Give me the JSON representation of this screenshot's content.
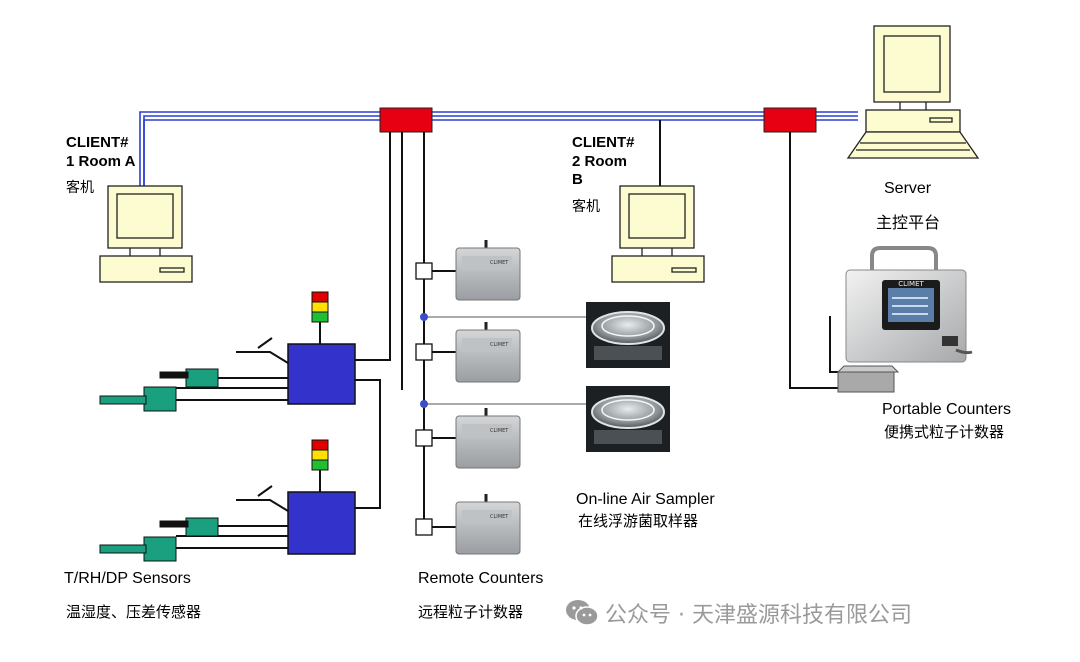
{
  "client1": {
    "title": "CLIENT#",
    "room": "1 Room A",
    "cn": "客机"
  },
  "client2": {
    "title": "CLIENT#",
    "room_a": "2 Room",
    "room_b": "B",
    "cn": "客机"
  },
  "server": {
    "en": "Server",
    "cn": "主控平台"
  },
  "portable": {
    "en": "Portable Counters",
    "cn": "便携式粒子计数器"
  },
  "air_sampler": {
    "en": "On-line Air Sampler",
    "cn": "在线浮游菌取样器"
  },
  "sensors": {
    "en": "T/RH/DP Sensors",
    "cn": "温湿度、压差传感器"
  },
  "remote": {
    "en": "Remote Counters",
    "cn": "远程粒子计数器"
  },
  "watermark": {
    "text": "公众号 · 天津盛源科技有限公司",
    "icon": "wechat-icon"
  },
  "device_brand": "CLIMET",
  "colors": {
    "network_blue": "#2b3fd6",
    "hub_red": "#e60012",
    "controller_blue": "#3333cc",
    "sensor_green": "#1aa07f",
    "monitor_beige": "#fdfbd0"
  }
}
